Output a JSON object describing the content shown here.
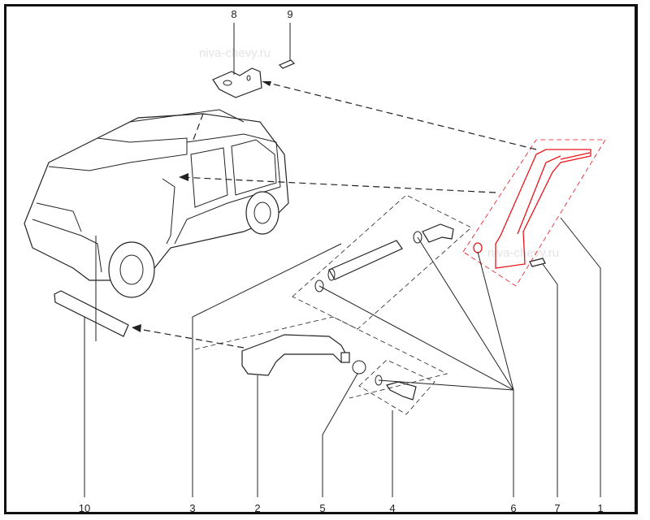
{
  "watermark": "niva-chevy.ru",
  "callouts": [
    "1",
    "2",
    "3",
    "4",
    "5",
    "6",
    "7",
    "8",
    "9",
    "10"
  ],
  "highlight_color": "#e8141a"
}
